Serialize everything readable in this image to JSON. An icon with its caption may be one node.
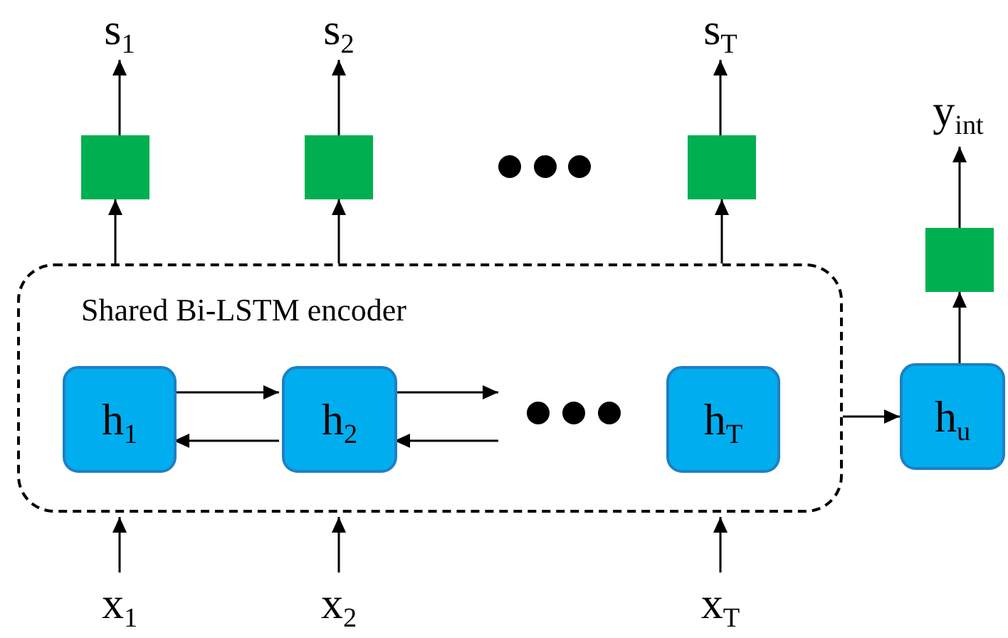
{
  "diagram": {
    "nodes": [
      {
        "text": [
          "s$_{1}$"
        ]
      },
      {
        "text": [
          "s$_{2}$"
        ]
      },
      {
        "text": [
          "s$_{T}$"
        ]
      },
      {
        "text": [],
        "shape": "box"
      },
      {
        "text": [],
        "shape": "box"
      },
      {
        "text": [],
        "shape": "box"
      },
      {
        "text": [
          "y$_{int}$"
        ]
      },
      {
        "text": [],
        "shape": "box"
      },
      {
        "text": [
          "Shared Bi-LSTM encoder"
        ]
      },
      {
        "text": [
          "h$_{1}$"
        ],
        "in": 8
      },
      {
        "text": [
          "h$_{2}$"
        ],
        "in": 8
      },
      {
        "text": [
          "h$_{T}$"
        ],
        "in": 8
      },
      {
        "text": [
          "h$_{u}$"
        ]
      },
      {
        "text": [
          "x$_{1}$"
        ]
      },
      {
        "text": [
          "x$_{2}$"
        ]
      },
      {
        "text": [
          "x$_{T}$"
        ]
      }
    ],
    "edges": [
      {
        "from": 3,
        "to": 0,
        "arrow": "to"
      },
      {
        "from": 4,
        "to": 1,
        "arrow": "to"
      },
      {
        "from": 5,
        "to": 2,
        "arrow": "to"
      },
      {
        "from": 7,
        "to": 6,
        "arrow": "to"
      },
      {
        "from": 8,
        "to": 3,
        "arrow": "to"
      },
      {
        "from": 8,
        "to": 4,
        "arrow": "to"
      },
      {
        "from": 8,
        "to": 5,
        "arrow": "to"
      },
      {
        "from": 12,
        "to": 7,
        "arrow": "to"
      },
      {
        "from": 9,
        "to": 10,
        "arrow": "to"
      },
      {
        "from": 10,
        "to": 9,
        "arrow": "to"
      },
      {
        "from": 10,
        "to": null,
        "arrow": "to"
      },
      {
        "from": null,
        "to": 10,
        "arrow": "to"
      },
      {
        "from": 8,
        "to": 12,
        "arrow": "to"
      },
      {
        "from": 13,
        "to": 8,
        "arrow": "to"
      },
      {
        "from": 14,
        "to": 8,
        "arrow": "to"
      },
      {
        "from": 15,
        "to": 8,
        "arrow": "to"
      }
    ]
  }
}
